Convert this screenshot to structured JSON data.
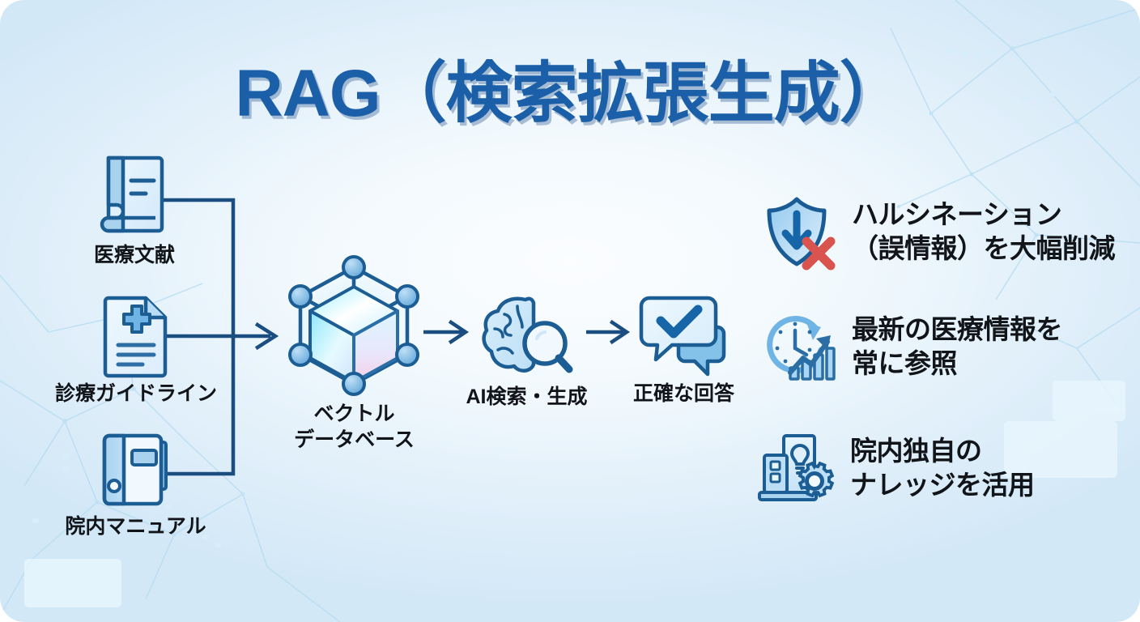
{
  "title": "RAG（検索拡張生成）",
  "sources": [
    {
      "label": "医療文献",
      "icon": "book-icon"
    },
    {
      "label": "診療ガイドライン",
      "icon": "medical-document-icon"
    },
    {
      "label": "院内マニュアル",
      "icon": "notebook-icon"
    }
  ],
  "pipeline": [
    {
      "label_line1": "ベクトル",
      "label_line2": "データベース",
      "icon": "vector-database-icon"
    },
    {
      "label_line1": "AI検索・生成",
      "label_line2": "",
      "icon": "brain-search-icon"
    },
    {
      "label_line1": "正確な回答",
      "label_line2": "",
      "icon": "chat-check-icon"
    }
  ],
  "benefits": [
    {
      "line1": "ハルシネーション",
      "line2": "（誤情報）を大幅削減",
      "icon": "shield-down-arrow-x-icon"
    },
    {
      "line1": "最新の医療情報を",
      "line2": "常に参照",
      "icon": "clock-trend-chart-icon"
    },
    {
      "line1": "院内独自の",
      "line2": "ナレッジを活用",
      "icon": "building-bulb-gear-icon"
    }
  ],
  "colors": {
    "title": "#1a5fa8",
    "outline": "#1c5d94",
    "arrow": "#1a4d80",
    "icon_fill_light": "#cfe6f8",
    "icon_fill_mid": "#8cc3ea",
    "accent_red": "#d9534f",
    "background_edge": "#d3e8f7",
    "background_center": "#fbfdff"
  }
}
